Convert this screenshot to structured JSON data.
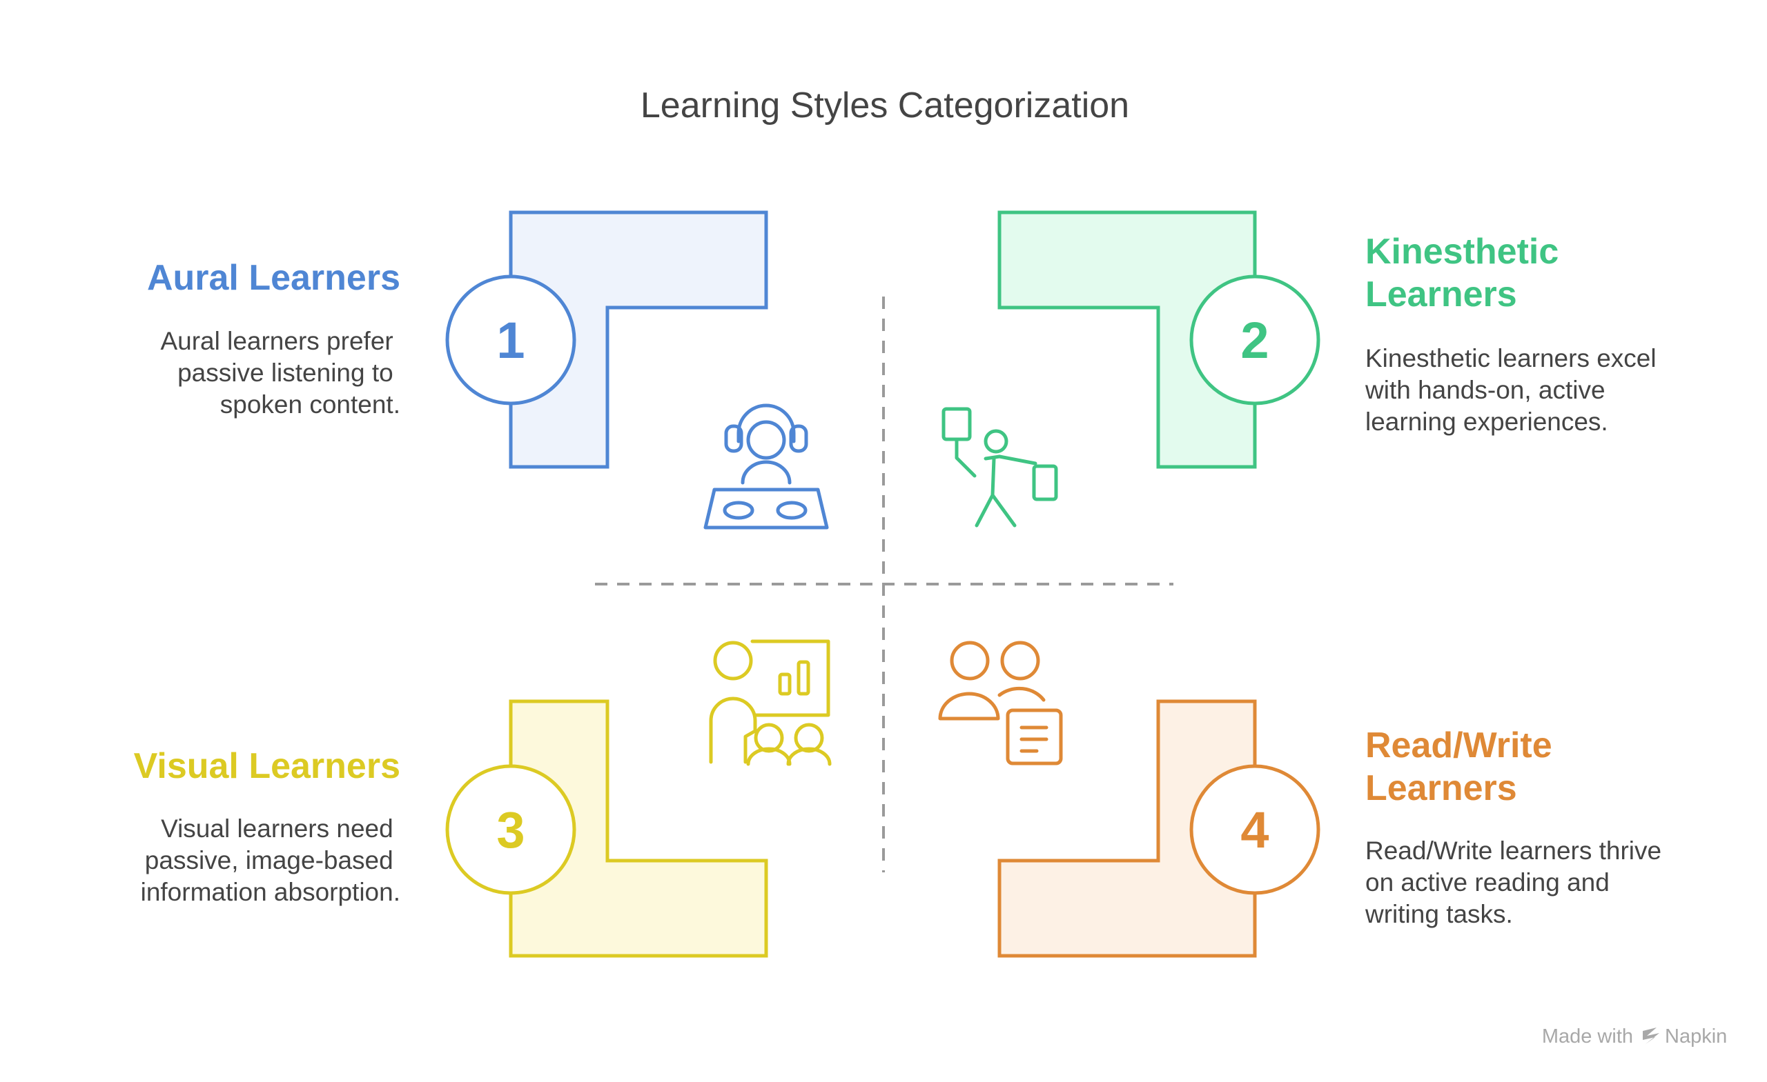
{
  "title": "Learning Styles Categorization",
  "quadrants": [
    {
      "number": "1",
      "heading_lines": [
        "Aural Learners"
      ],
      "description_lines": [
        "Aural learners prefer",
        "passive listening to",
        "spoken content."
      ],
      "color": "#4f86d4",
      "fill": "#eef3fc",
      "icon": "dj-headphones-icon"
    },
    {
      "number": "2",
      "heading_lines": [
        "Kinesthetic",
        "Learners"
      ],
      "description_lines": [
        "Kinesthetic learners excel",
        "with hands-on, active",
        "learning experiences."
      ],
      "color": "#3fc483",
      "fill": "#e3fbee",
      "icon": "person-carrying-icon"
    },
    {
      "number": "3",
      "heading_lines": [
        "Visual Learners"
      ],
      "description_lines": [
        "Visual learners need",
        "passive, image-based",
        "information absorption."
      ],
      "color": "#dcca23",
      "fill": "#fdf9dc",
      "icon": "presentation-chart-icon"
    },
    {
      "number": "4",
      "heading_lines": [
        "Read/Write",
        "Learners"
      ],
      "description_lines": [
        "Read/Write learners thrive",
        "on active reading and",
        "writing tasks."
      ],
      "color": "#df8936",
      "fill": "#fdf1e5",
      "icon": "people-document-icon"
    }
  ],
  "watermark": {
    "text_before": "Made with",
    "brand": "Napkin",
    "icon": "napkin-logo-icon"
  }
}
